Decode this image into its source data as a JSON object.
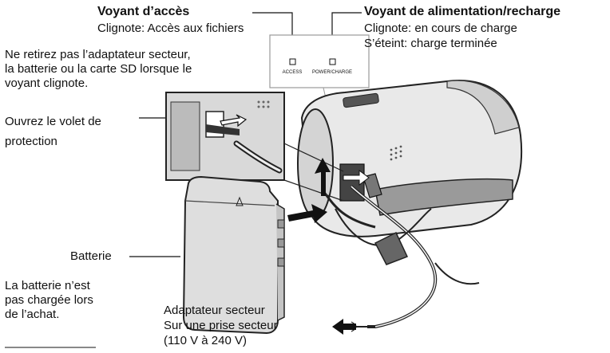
{
  "access_led": {
    "title": "Voyant d’accès",
    "desc": "Clignote: Accès aux fichiers",
    "panel_label": "ACCESS"
  },
  "power_led": {
    "title": "Voyant de alimentation/recharge",
    "desc_blink": "Clignote: en cours de charge",
    "desc_off": "S’éteint: charge terminée",
    "panel_label": "POWER/CHARGE"
  },
  "warning_note": "Ne retirez pas l’adaptateur secteur,\nla batterie ou la carte SD lorsque le\nvoyant clignote.",
  "open_cover": "Ouvrez le volet de\nprotection",
  "battery": {
    "label": "Batterie",
    "note": "La batterie n’est\npas chargée lors\nde l’achat."
  },
  "adapter": {
    "title": "Adaptateur secteur",
    "outlet": "Sur une prise secteur",
    "voltage": "(110 V à 240 V)"
  }
}
